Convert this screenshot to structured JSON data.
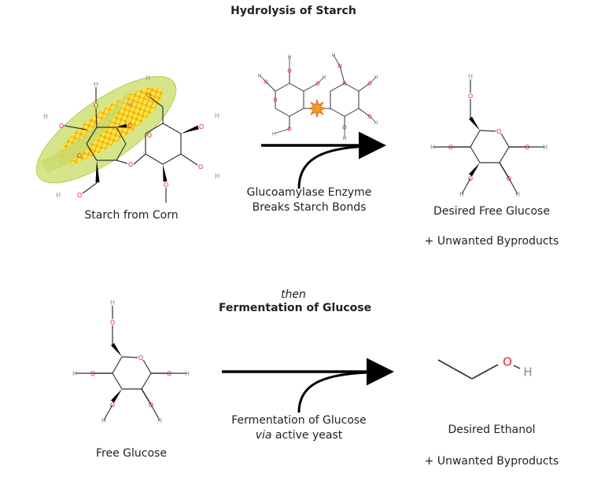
{
  "hydrolysis": {
    "title": "Hydrolysis of Starch",
    "starch_label": "Starch from Corn",
    "enzyme_line1": "Glucoamylase Enzyme",
    "enzyme_line2": "Breaks Starch Bonds",
    "product_label": "Desired Free Glucose",
    "byproducts_label": "+ Unwanted Byproducts"
  },
  "connector": "then",
  "fermentation": {
    "title": "Fermentation of Glucose",
    "glucose_label": "Free Glucose",
    "process_line1": "Fermentation of Glucose",
    "process_line2_italic": "via",
    "process_line2_rest": " active yeast",
    "product_label": "Desired Ethanol",
    "byproducts_label": "+ Unwanted Byproducts"
  },
  "atom_symbols": {
    "oxygen": "O",
    "hydrogen": "H"
  },
  "colors": {
    "oxygen": "#e8202a",
    "hydrogen": "#8a8a8a",
    "bond": "#333333",
    "arrow": "#000000",
    "corn_husk": "#cfe07a",
    "corn_kernel": "#f5c814",
    "burst": "#f39a1e"
  }
}
